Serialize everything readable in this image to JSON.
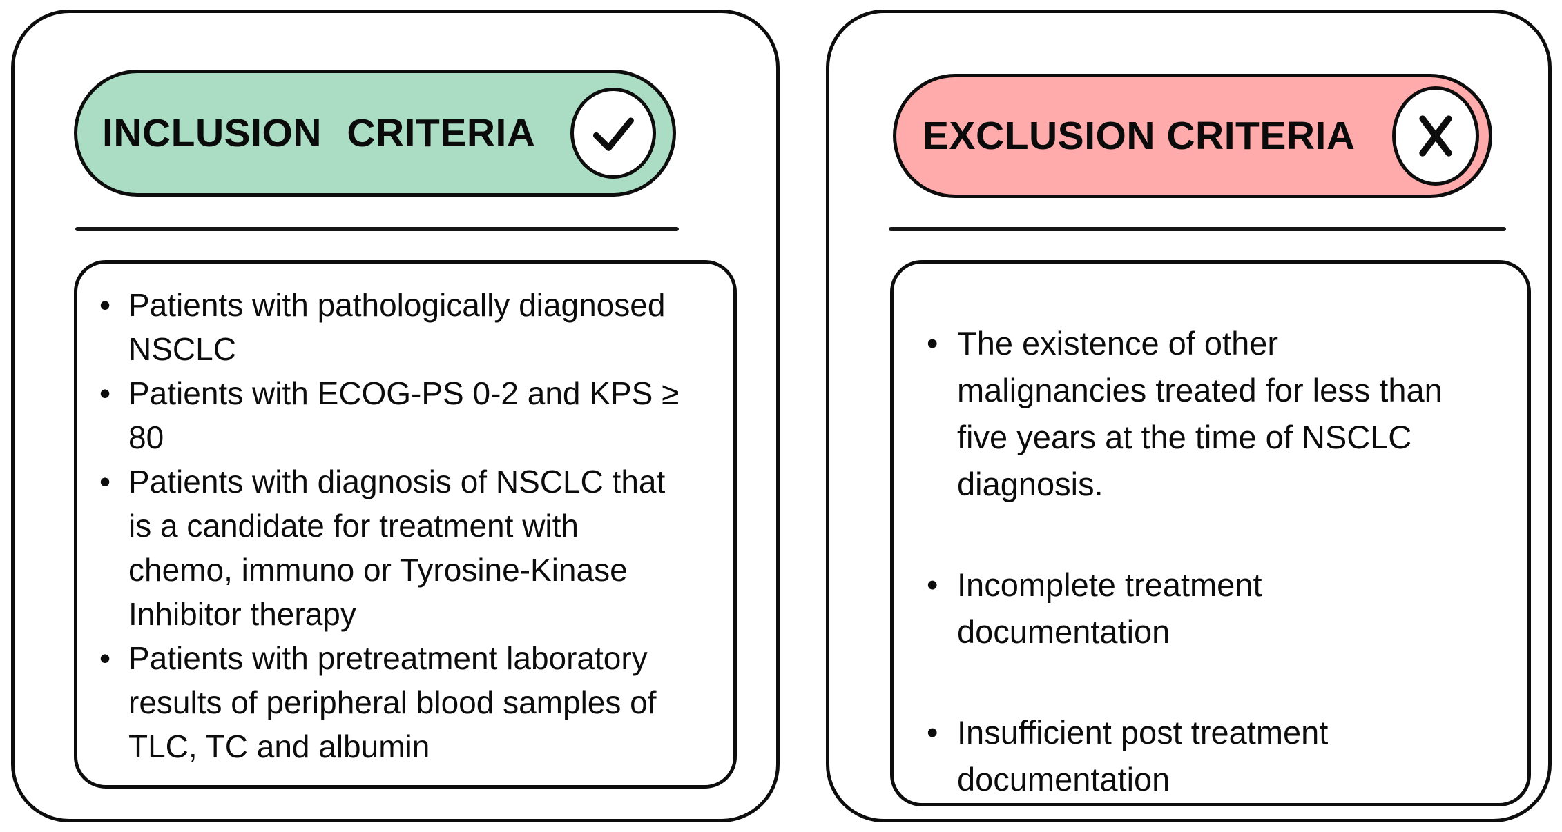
{
  "page": {
    "background": "#ffffff",
    "outline_color": "#0d0d0d",
    "text_color": "#0c0c0c",
    "divider_color": "#161616"
  },
  "inclusion_panel": {
    "title": "INCLUSION CRITERIA",
    "badge_icon": "check-icon",
    "pill_color": "#aaddc4",
    "icon_circle_fill": "#ffffff",
    "items": [
      [
        "Patients with pathologically diagnosed",
        "NSCLC"
      ],
      [
        "Patients with ECOG-PS 0-2 and KPS ≥",
        "80"
      ],
      [
        "Patients with diagnosis of NSCLC that",
        "is a candidate for treatment with",
        "chemo, immuno or Tyrosine-Kinase",
        "Inhibitor therapy"
      ],
      [
        "Patients with pretreatment laboratory",
        "results of peripheral blood samples of",
        "TLC, TC and albumin"
      ]
    ]
  },
  "exclusion_panel": {
    "title": "EXCLUSION CRITERIA",
    "badge_icon": "x-icon",
    "pill_color": "#ffabab",
    "icon_circle_fill": "#ffffff",
    "items": [
      [
        "The existence of other",
        "malignancies treated for less than",
        "five years at the time of NSCLC",
        "diagnosis."
      ],
      [
        "Incomplete treatment",
        "documentation"
      ],
      [
        "Insufficient post treatment",
        "documentation"
      ]
    ]
  }
}
